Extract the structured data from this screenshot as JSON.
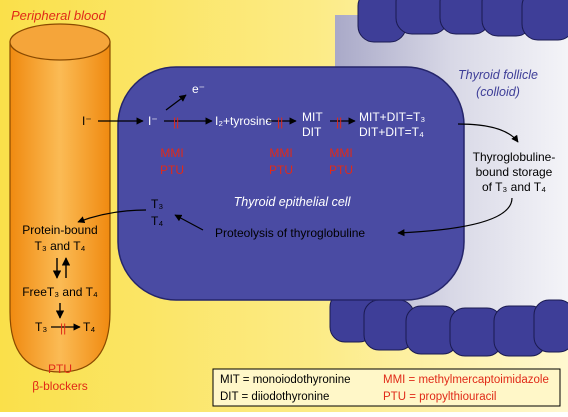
{
  "colors": {
    "bg_yellow": "#FAE04A",
    "bg_yellow_light": "#FFF7C8",
    "blood_orange": "#F7A020",
    "cell_blue": "#4A4BA3",
    "follicle_gray": "#C9C9DC",
    "follicle_cell": "#3E3E98",
    "red": "#E02A18",
    "white": "#FFFFFF",
    "black": "#000000"
  },
  "labels": {
    "peripheral_blood": "Peripheral blood",
    "thyroid_follicle_line1": "Thyroid follicle",
    "thyroid_follicle_line2": "(colloid)",
    "thyroid_epithelial_cell": "Thyroid epithelial cell",
    "iodide": "I⁻",
    "iodide_cell": "I⁻",
    "electron": "e⁻",
    "iodination": "I₂+tyrosine",
    "mit": "MIT",
    "dit": "DIT",
    "coupling_t3": "MIT+DIT=T₃",
    "coupling_t4": "DIT+DIT=T₄",
    "storage_line1": "Thyroglobuline-",
    "storage_line2": "bound storage",
    "storage_line3": "of T₃ and T₄",
    "proteolysis": "Proteolysis of thyroglobuline",
    "cell_t3": "T₃",
    "cell_t4": "T₄",
    "protein_bound_line1": "Protein-bound",
    "protein_bound_line2": "T₃ and T₄",
    "free_t3_t4": "FreeT₃ and T₄",
    "blood_t3": "T₃",
    "blood_t4": "T₄",
    "block": "||"
  },
  "inhibitors": {
    "mmi_ptu_1": [
      "MMI",
      "PTU"
    ],
    "mmi_ptu_2": [
      "MMI",
      "PTU"
    ],
    "mmi_ptu_3": [
      "MMI",
      "PTU"
    ],
    "blood": [
      "PTU",
      "β-blockers"
    ]
  },
  "legend": {
    "black": [
      "MIT = monoiodothyronine",
      "DIT = diiodothyronine"
    ],
    "red": [
      "MMI = methylmercaptoimidazole",
      "PTU = propylthiouracil"
    ]
  }
}
